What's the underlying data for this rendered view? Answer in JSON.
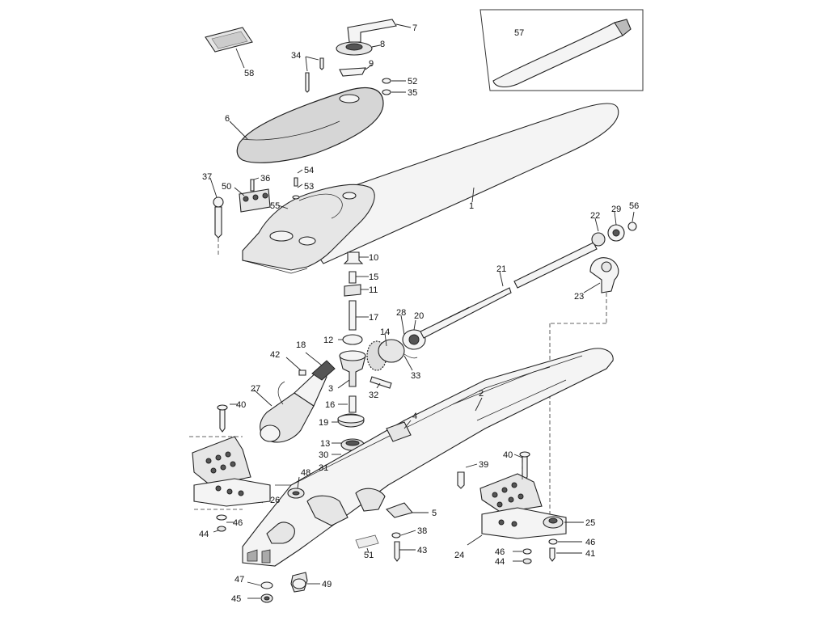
{
  "labels": {
    "l1": "1",
    "l2": "2",
    "l3": "3",
    "l4": "4",
    "l5": "5",
    "l6": "6",
    "l7": "7",
    "l8": "8",
    "l9": "9",
    "l10": "10",
    "l11": "11",
    "l12": "12",
    "l13": "13",
    "l14": "14",
    "l15": "15",
    "l16": "16",
    "l17": "17",
    "l18": "18",
    "l19": "19",
    "l20": "20",
    "l21": "21",
    "l22": "22",
    "l23": "23",
    "l24": "24",
    "l25": "25",
    "l26": "26",
    "l27": "27",
    "l28": "28",
    "l29": "29",
    "l30": "30",
    "l31": "31",
    "l32": "32",
    "l33": "33",
    "l34": "34",
    "l35": "35",
    "l36": "36",
    "l37": "37",
    "l38": "38",
    "l39": "39",
    "l40a": "40",
    "l40b": "40",
    "l41": "41",
    "l42": "42",
    "l43": "43",
    "l44a": "44",
    "l44b": "44",
    "l45": "45",
    "l46a": "46",
    "l46b": "46",
    "l46c": "46",
    "l47": "47",
    "l48": "48",
    "l49": "49",
    "l50": "50",
    "l51": "51",
    "l52": "52",
    "l53": "53",
    "l54": "54",
    "l55": "55",
    "l56": "56",
    "l57": "57",
    "l58": "58"
  }
}
